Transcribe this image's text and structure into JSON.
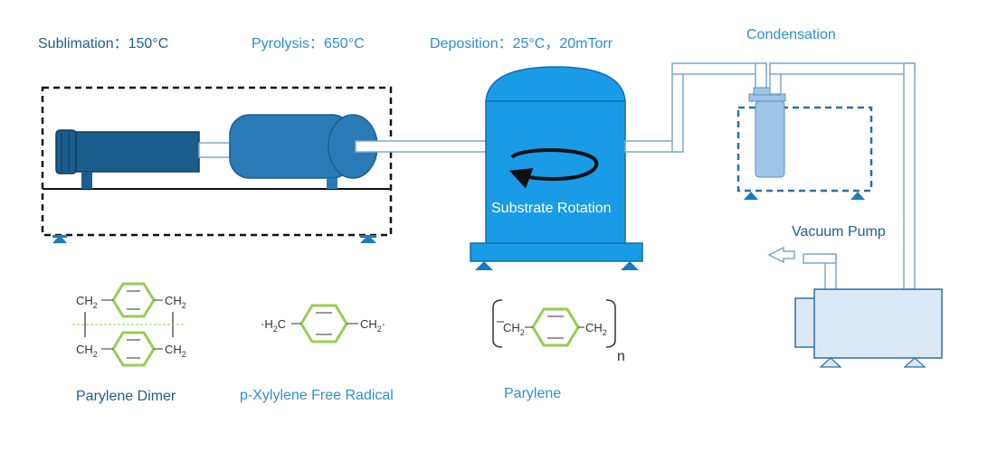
{
  "stages": {
    "sublimation": "Sublimation：150°C",
    "pyrolysis": "Pyrolysis：650°C",
    "deposition": "Deposition：25°C，20mTorr",
    "condensation": "Condensation"
  },
  "chamber_label": "Substrate Rotation",
  "pump_label": "Vacuum Pump",
  "molecules": {
    "dimer": "Parylene Dimer",
    "radical": "p-Xylylene Free Radical",
    "polymer": "Parylene",
    "ch2": "CH",
    "sub2": "2",
    "h2c_h": "H",
    "h2c_c": "C",
    "n": "n"
  },
  "colors": {
    "dark_blue": "#1f5f8b",
    "light_blue": "#2e8fd0",
    "chamber": "#1a9be6",
    "furnace": "#2a7bb5",
    "ring": "#99cc55"
  }
}
